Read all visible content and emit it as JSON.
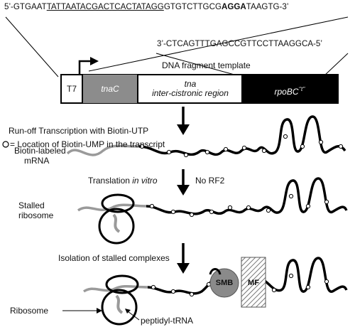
{
  "sequence_top": {
    "prefix": "5’-GTGAAT",
    "t7_promoter": "TATTAATACGACTCACTATAGG",
    "middle": "GTGTCTTGCG",
    "shine_dalgarno": "AGGA",
    "suffix": "TAAGTG-3’"
  },
  "sequence_bottom": "3’-CTCAGTTTGAGCCGTTCCTTAAGGCA-5’",
  "template_label": "DNA fragment template",
  "segments": {
    "t7": "T7",
    "tnac": "tnaC",
    "tna_line1": "tna",
    "tna_line2": "inter-cistronic region",
    "rpobc_main": "rpoBC",
    "rpobc_sup": "‘’t’’"
  },
  "steps": {
    "transcription": "Run-off Transcription with Biotin-UTP",
    "translation_prefix": "Translation ",
    "translation_italic": "in vitro",
    "no_rf2": "No RF2",
    "isolation": "Isolation of stalled complexes"
  },
  "legend": {
    "symbol": "O",
    "text": "= Location of Biotin-UMP in the transcript"
  },
  "labels": {
    "mrna_line1": "Biotin-labeled",
    "mrna_line2": "mRNA",
    "stalled_line1": "Stalled",
    "stalled_line2": "ribosome",
    "ribosome": "Ribosome",
    "peptidyl": "peptidyl-tRNA",
    "smb": "SMB",
    "mf": "MF"
  },
  "colors": {
    "black": "#000000",
    "tnac_gray": "#8c8c8c",
    "mrna_gray": "#9a9a9a",
    "smb_gray": "#8a8a8a"
  }
}
